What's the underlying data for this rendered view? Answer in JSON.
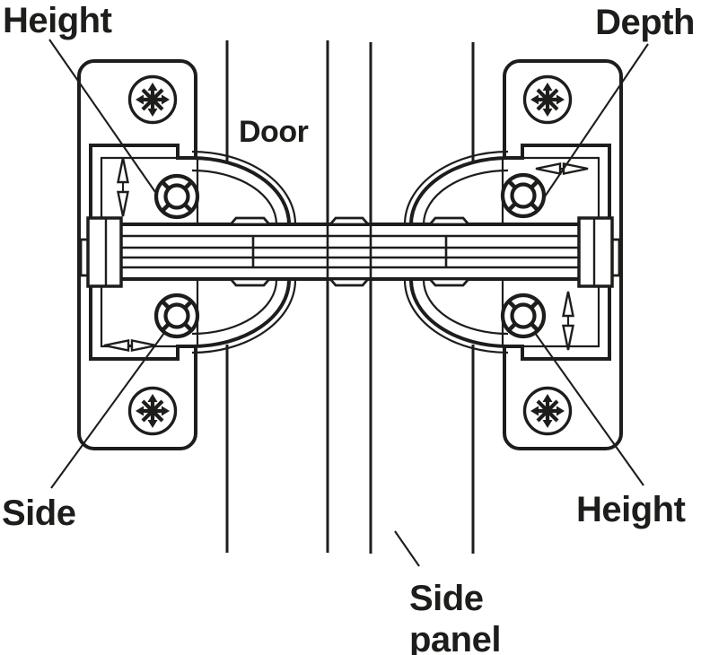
{
  "labels": {
    "height_top": "Height",
    "depth": "Depth",
    "door": "Door",
    "side": "Side",
    "height_bottom": "Height",
    "side_panel_line1": "Side",
    "side_panel_line2": "panel"
  },
  "colors": {
    "line": "#1d1d1b",
    "background": "#ffffff"
  },
  "icons": {
    "mounting_screw": "phillips-screw-icon",
    "adjustment_screw": "adjustment-screw-icon",
    "height_adjustment": "vertical-double-arrow-icon",
    "side_depth_adjustment": "horizontal-double-arrow-icon"
  }
}
